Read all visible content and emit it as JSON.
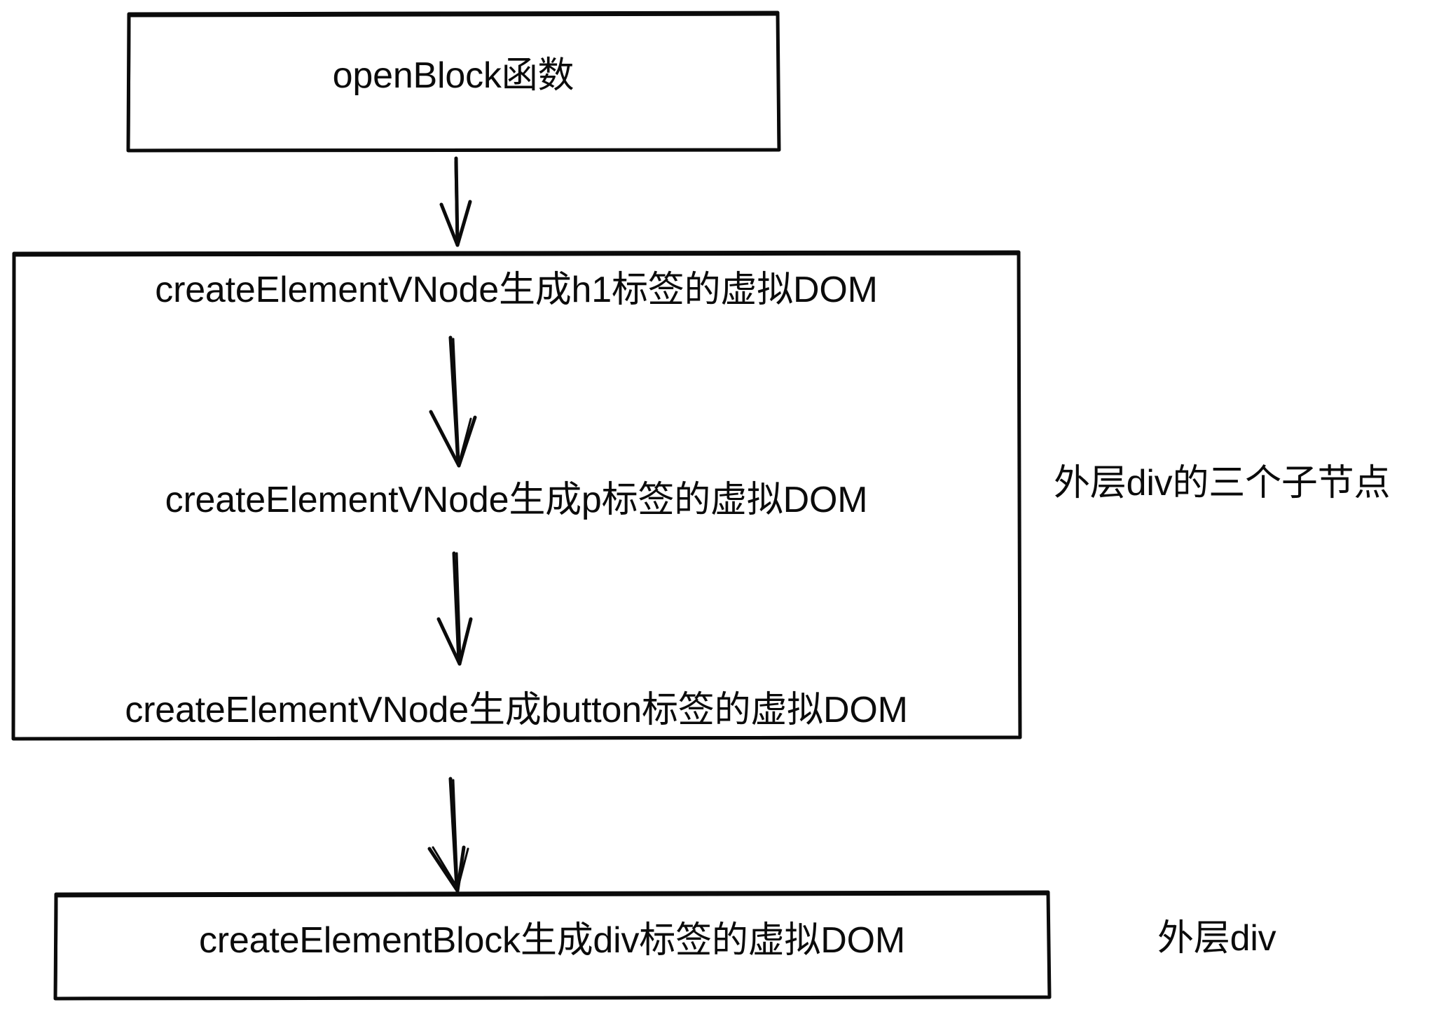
{
  "diagram": {
    "title": "Vue createElementBlock / openBlock flow",
    "type": "flowchart",
    "style": "hand-drawn",
    "colors": {
      "stroke": "#0b0b0b",
      "background": "#ffffff",
      "text": "#0b0b0b"
    },
    "nodes": [
      {
        "id": "open-block",
        "label": "openBlock函数",
        "shape": "rectangle"
      },
      {
        "id": "children-group",
        "label": "",
        "shape": "rectangle",
        "children": [
          {
            "id": "vnode-h1",
            "label": "createElementVNode生成h1标签的虚拟DOM"
          },
          {
            "id": "vnode-p",
            "label": "createElementVNode生成p标签的虚拟DOM"
          },
          {
            "id": "vnode-button",
            "label": "createElementVNode生成button标签的虚拟DOM"
          }
        ]
      },
      {
        "id": "element-block",
        "label": "createElementBlock生成div标签的虚拟DOM",
        "shape": "rectangle"
      }
    ],
    "annotations": [
      {
        "id": "children-note",
        "label": "外层div的三个子节点",
        "targets": "children-group"
      },
      {
        "id": "outer-div-note",
        "label": "外层div",
        "targets": "element-block"
      }
    ],
    "edges": [
      {
        "from": "open-block",
        "to": "children-group",
        "icon": "arrow-down-icon"
      },
      {
        "from": "vnode-h1",
        "to": "vnode-p",
        "icon": "arrow-down-icon"
      },
      {
        "from": "vnode-p",
        "to": "vnode-button",
        "icon": "arrow-down-icon"
      },
      {
        "from": "children-group",
        "to": "element-block",
        "icon": "arrow-down-icon"
      }
    ]
  }
}
